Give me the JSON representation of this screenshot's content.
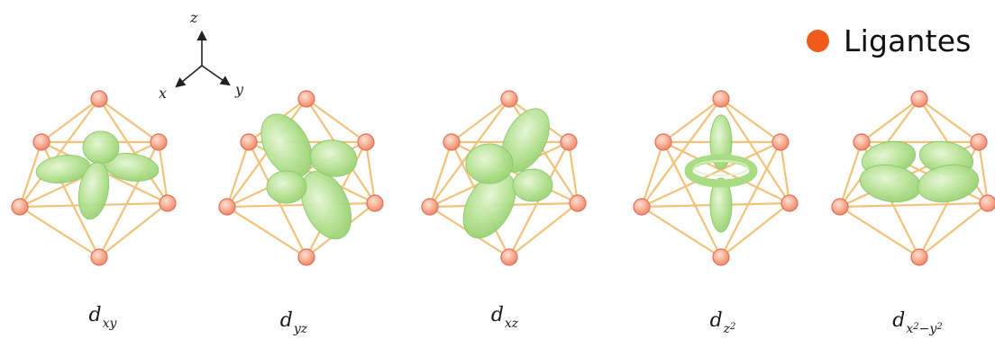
{
  "legend": {
    "label": "Ligantes",
    "color": "#f05a1a"
  },
  "axes": {
    "z": "z",
    "x": "x",
    "y": "y"
  },
  "orbitals": [
    {
      "base": "d",
      "sub": "xy",
      "sup": ""
    },
    {
      "base": "d",
      "sub": "yz",
      "sup": ""
    },
    {
      "base": "d",
      "sub": "xz",
      "sup": ""
    },
    {
      "base": "d",
      "sub": "z",
      "sup": "2"
    },
    {
      "base": "d",
      "sub": "x",
      "sup": "2",
      "sub2": "−y",
      "sup2": "2"
    }
  ],
  "colors": {
    "cage_line": "#f3c27a",
    "ligand_fill": "#f5a58a",
    "ligand_stroke": "#e0705a",
    "lobe_fill": "#a9dc84",
    "lobe_light": "#dcf3c8",
    "lobe_stroke": "#8cc96a"
  }
}
